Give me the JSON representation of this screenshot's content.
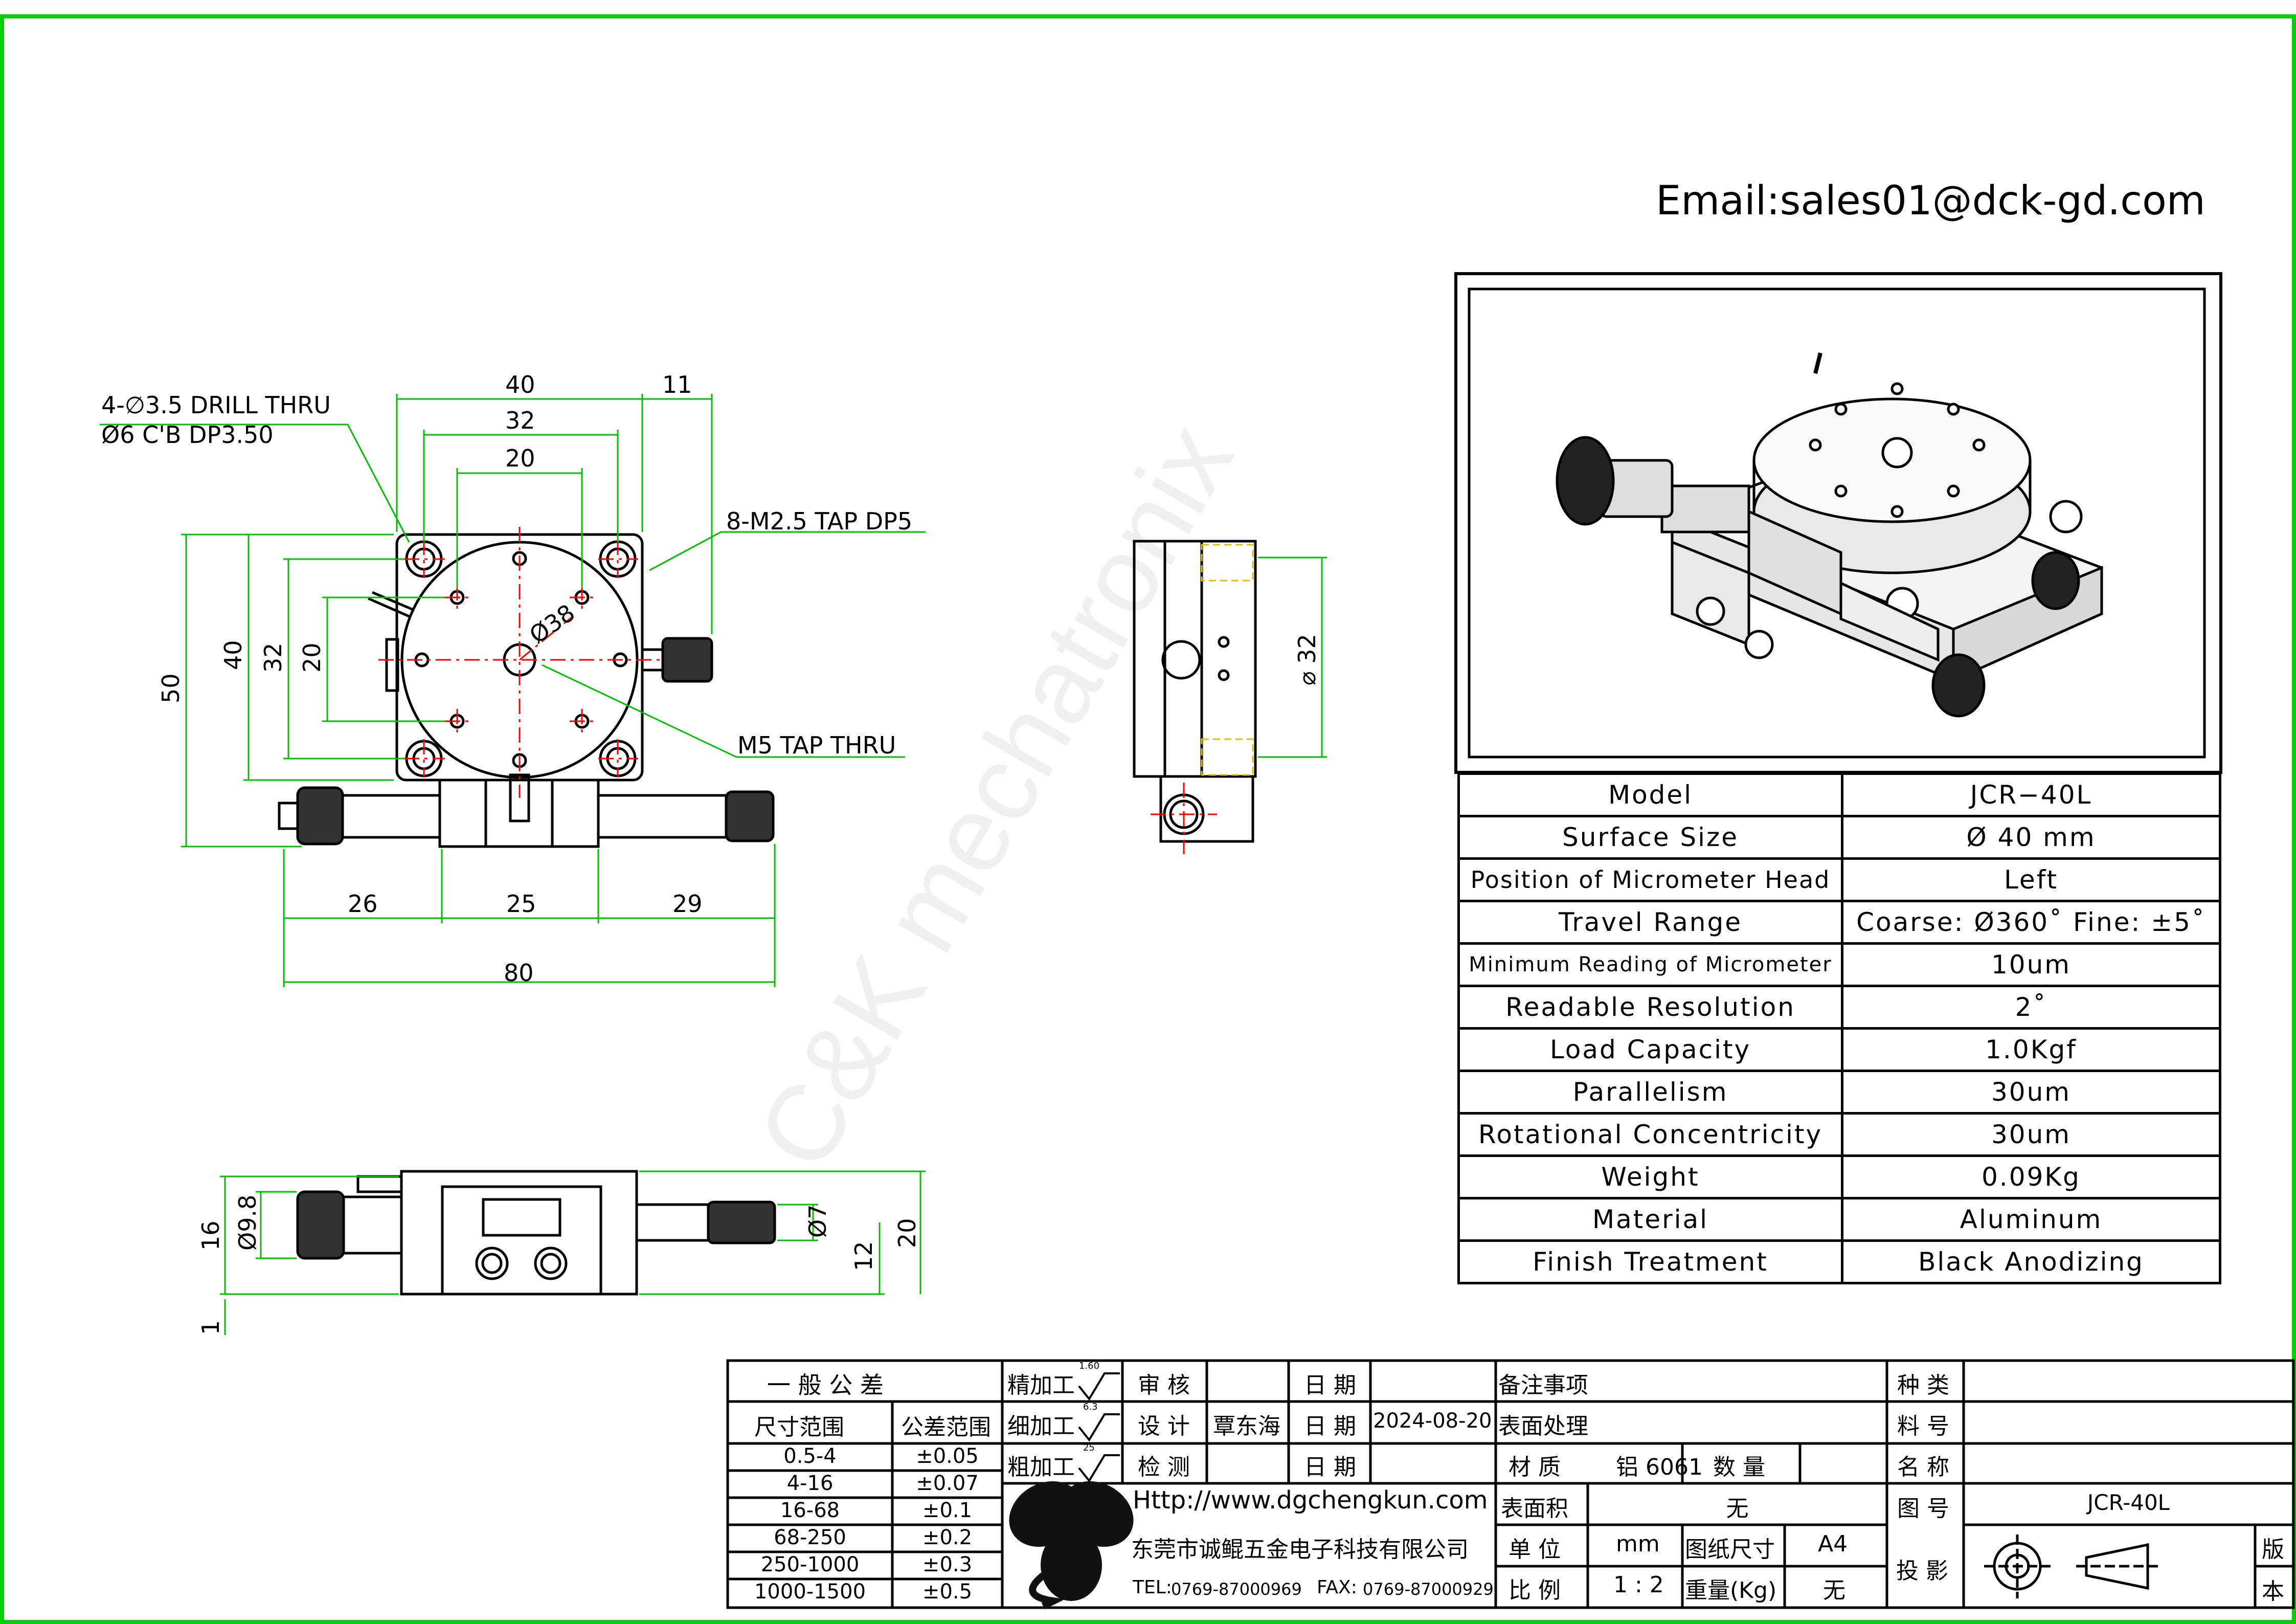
{
  "header": {
    "email": "Email:sales01@dck-gd.com"
  },
  "watermark": "C&K mechatronix",
  "top_view": {
    "callout_drill": "4-∅3.5 DRILL THRU",
    "callout_cbore": "Ø6 C'B DP3.50",
    "callout_tap": "8-M2.5 TAP DP5",
    "callout_m5": "M5 TAP THRU",
    "dim_40_top": "40",
    "dim_11": "11",
    "dim_32_top": "32",
    "dim_20_top": "20",
    "dim_50": "50",
    "dim_40_left": "40",
    "dim_32_left": "32",
    "dim_20_left": "20",
    "dia_38": "Ø38",
    "dim_26": "26",
    "dim_25": "25",
    "dim_29": "29",
    "dim_80": "80"
  },
  "side_view": {
    "dim_32": "⌀ 32"
  },
  "front_view": {
    "dia_98": "Ø9.8",
    "dim_16": "16",
    "dim_1": "1",
    "dia_7": "Ø7",
    "dim_12": "12",
    "dim_20": "20"
  },
  "specs": [
    {
      "label": "Model",
      "value": "JCR−40L"
    },
    {
      "label": "Surface  Size",
      "value": "Ø  40  mm"
    },
    {
      "label": "Position  of  Micrometer  Head",
      "value": "Left"
    },
    {
      "label": "Travel  Range",
      "value": "Coarse: Ø360˚  Fine: ±5˚"
    },
    {
      "label": "Minimum  Reading  of  Micrometer",
      "value": "10um"
    },
    {
      "label": "Readable  Resolution",
      "value": "2˚"
    },
    {
      "label": "Load  Capacity",
      "value": "1.0Kgf"
    },
    {
      "label": "Parallelism",
      "value": "30um"
    },
    {
      "label": "Rotational  Concentricity",
      "value": "30um"
    },
    {
      "label": "Weight",
      "value": "0.09Kg"
    },
    {
      "label": "Material",
      "value": "Aluminum"
    },
    {
      "label": "Finish  Treatment",
      "value": "Black  Anodizing"
    }
  ],
  "title_block": {
    "general_tolerance": "一 般 公 差",
    "size_range": "尺寸范围",
    "tolerance_range": "公差范围",
    "tolerances": [
      {
        "range": "0.5-4",
        "tol": "±0.05"
      },
      {
        "range": "4-16",
        "tol": "±0.07"
      },
      {
        "range": "16-68",
        "tol": "±0.1"
      },
      {
        "range": "68-250",
        "tol": "±0.2"
      },
      {
        "range": "250-1000",
        "tol": "±0.3"
      },
      {
        "range": "1000-1500",
        "tol": "±0.5"
      }
    ],
    "finish_fine": "精加工",
    "finish_fine_val": "1.60",
    "finish_medium": "细加工",
    "finish_medium_val": "6.3",
    "finish_rough": "粗加工",
    "finish_rough_val": "25",
    "review": "审 核",
    "design": "设 计",
    "designer": "覃东海",
    "inspect": "检 测",
    "date1": "日 期",
    "date2": "日 期",
    "date2_value": "2024-08-20",
    "date3": "日 期",
    "remarks": "备注事项",
    "surface_treatment": "表面处理",
    "material_label": "材  质",
    "material_value": "铝 6061",
    "quantity": "数 量",
    "surface_area": "表面积",
    "surface_area_value": "无",
    "unit_label": "单  位",
    "unit_value": "mm",
    "paper_size_label": "图纸尺寸",
    "paper_size_value": "A4",
    "scale_label": "比  例",
    "scale_value": "1 : 2",
    "weight_label": "重量(Kg)",
    "weight_value": "无",
    "category": "种 类",
    "material_no": "料 号",
    "name": "名 称",
    "drawing_no": "图 号",
    "drawing_no_value": "JCR-40L",
    "projection": "投  影",
    "version_1": "版",
    "version_2": "本",
    "website": "Http://www.dgchengkun.com",
    "company": "东莞市诚鲲五金电子科技有限公司",
    "tel_label": "TEL:",
    "tel": "0769-87000969",
    "fax_label": "FAX:",
    "fax": "0769-87000929"
  },
  "colors": {
    "frame": "#00d000",
    "dim": "#00c000",
    "center": "#ff0000",
    "hidden": "#e0c000"
  }
}
